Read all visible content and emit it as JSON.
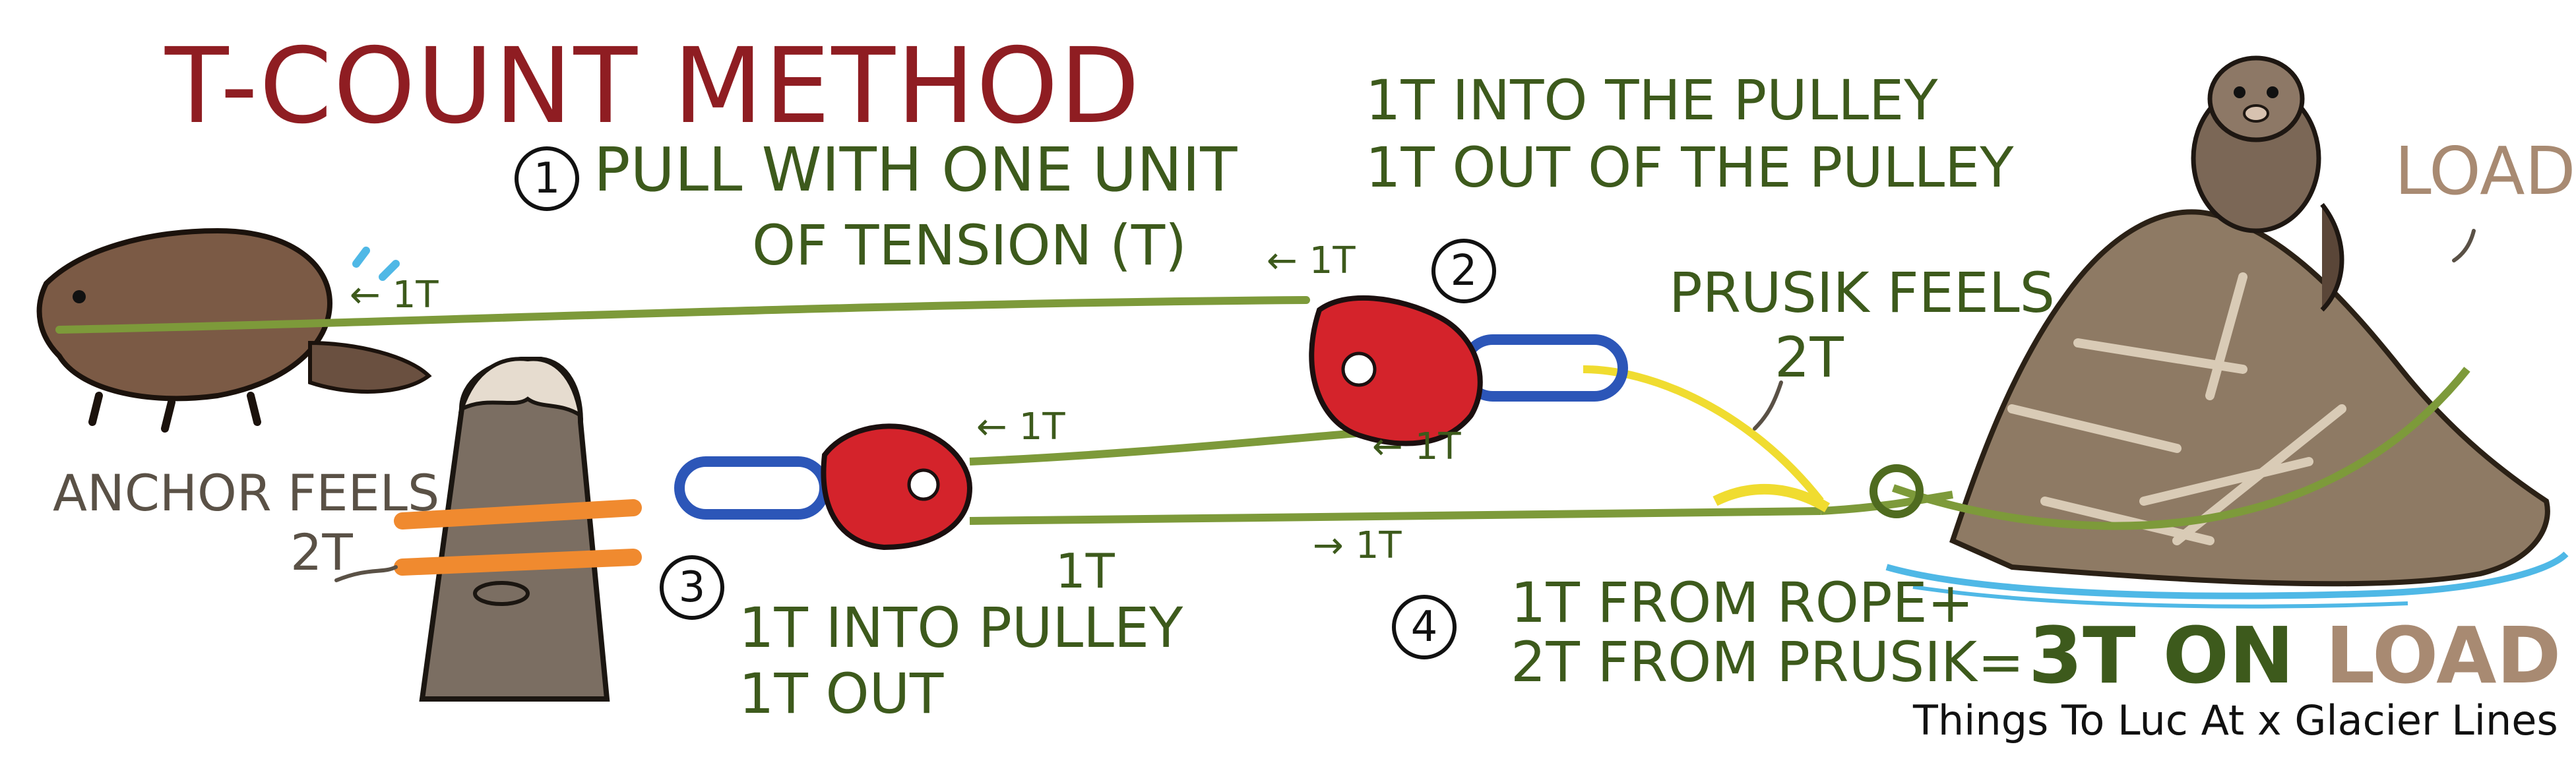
{
  "title": "T-COUNT METHOD",
  "colors": {
    "title": "#8f1d22",
    "annotation_text": "#3d5a1c",
    "rope": "#7d9a3a",
    "pulley": "#d4232b",
    "carabiner": "#2c56b8",
    "sling": "#f08a2f",
    "prusik": "#f0dc30",
    "load_text": "#a88a72"
  },
  "steps": {
    "step1": {
      "number": "1",
      "line1": "PULL WITH ONE UNIT",
      "line2": "OF TENSION (T)"
    },
    "step2": {
      "number": "2",
      "line1": "1T INTO THE PULLEY",
      "line2": "1T OUT OF THE PULLEY"
    },
    "step3": {
      "number": "3",
      "line1": "1T INTO PULLEY",
      "line2": "1T OUT"
    },
    "step4": {
      "number": "4",
      "line1": "1T FROM ROPE+",
      "line2": "2T FROM PRUSIK",
      "equals": "=",
      "result": "3T ON",
      "result_load": "LOAD"
    }
  },
  "tension_labels": {
    "beaver_pull": "← 1T",
    "top_rope_return": "← 1T",
    "pulley2_lower": "← 1T",
    "middle_rope": "← 1T",
    "pulley1_out": "1T",
    "bottom_rope": "→ 1T"
  },
  "anchor": {
    "line1": "ANCHOR FEELS",
    "line2": "2T"
  },
  "prusik": {
    "line1": "PRUSIK FEELS",
    "line2": "2T"
  },
  "load_label": "LOAD",
  "credit": "Things To Luc At x Glacier Lines",
  "icons": [
    "beaver-icon",
    "marmot-icon",
    "tree-stump-icon",
    "rock-load-icon",
    "pulley-icon",
    "carabiner-icon"
  ]
}
